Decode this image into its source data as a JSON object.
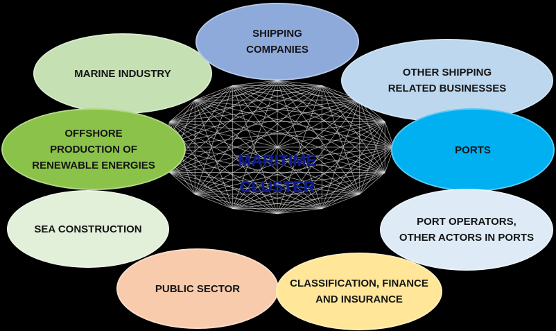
{
  "center": {
    "title": "MARITIME\nCLUSTER"
  },
  "nodes": {
    "shipping_companies": {
      "label": "SHIPPING\nCOMPANIES",
      "color": "#8eaadb"
    },
    "marine_industry": {
      "label": "MARINE INDUSTRY",
      "color": "#c5e0b3"
    },
    "other_shipping": {
      "label": "OTHER SHIPPING\nRELATED BUSINESSES",
      "color": "#bdd7ee"
    },
    "offshore": {
      "label": "OFFSHORE\nPRODUCTION OF\nRENEWABLE ENERGIES",
      "color": "#8bc34a"
    },
    "ports": {
      "label": "PORTS",
      "color": "#00b0f0"
    },
    "sea_construction": {
      "label": "SEA CONSTRUCTION",
      "color": "#e2efd9"
    },
    "port_operators": {
      "label": "PORT OPERATORS,\nOTHER ACTORS IN PORTS",
      "color": "#deebf7"
    },
    "public_sector": {
      "label": "PUBLIC SECTOR",
      "color": "#f8cbad"
    },
    "classification": {
      "label": "CLASSIFICATION, FINANCE\nAND INSURANCE",
      "color": "#ffe699"
    }
  },
  "web_color": "#d9d9d9"
}
